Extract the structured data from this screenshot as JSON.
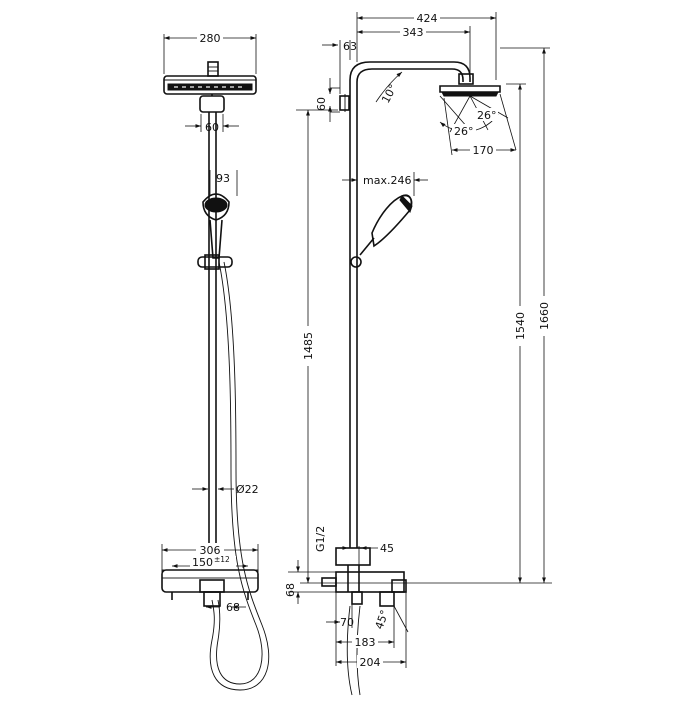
{
  "front_view": {
    "head_width": "280",
    "arm_width": "60",
    "handshower_width": "93",
    "hose_diameter": "Ø22",
    "thermostat_width": "306",
    "thermostat_spacing": "150",
    "thermostat_tolerance": "±12",
    "outlet_width": "68"
  },
  "side_view": {
    "total_reach": "424",
    "arm_reach": "343",
    "arm_offset": "63",
    "arm_height": "60",
    "arm_angle": "10°",
    "spray_angle_left": "26°",
    "spray_angle_right": "26°",
    "head_diameter": "170",
    "handshower_reach": "max.246",
    "column_height": "1485",
    "head_height": "1540",
    "overall_height": "1660",
    "connection": "G1/2",
    "wall_offset": "45",
    "thermostat_height": "68",
    "spout_offset": "70",
    "spout_angle": "45°",
    "spout_length": "183",
    "mixer_depth": "204"
  }
}
